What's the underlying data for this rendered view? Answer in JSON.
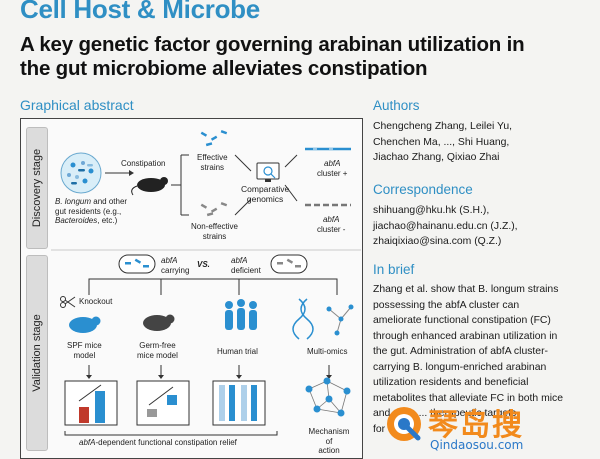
{
  "journal": "Cell Host & Microbe",
  "title_line1": "A key genetic factor governing arabinan utilization in",
  "title_line2": "the gut microbiome alleviates constipation",
  "ga": {
    "heading": "Graphical abstract",
    "discovery_label": "Discovery stage",
    "validation_label": "Validation stage",
    "bacteria_l1": "B. longum",
    "bacteria_l1_rest": " and other",
    "bacteria_l2": "gut residents (e.g.,",
    "bacteria_l3": "Bacteroides",
    "bacteria_l3_rest": ", etc.)",
    "constipation": "Constipation",
    "effective_l1": "Effective",
    "effective_l2": "strains",
    "noneffective_l1": "Non-effective",
    "noneffective_l2": "strains",
    "comparative_l1": "Comparative",
    "comparative_l2": "genomics",
    "cluster_plus_l1": "abfA",
    "cluster_plus_l2": "cluster +",
    "cluster_minus_l1": "abfA",
    "cluster_minus_l2": "cluster -",
    "carrying_l1": "abfA",
    "carrying_l2": "carrying",
    "vs": "VS.",
    "deficient_l1": "abfA",
    "deficient_l2": "deficient",
    "knockout": "Knockout",
    "spf_l1": "SPF mice",
    "spf_l2": "model",
    "gf_l1": "Germ-free",
    "gf_l2": "mice model",
    "human_trial": "Human trial",
    "multiomics": "Multi-omics",
    "bottom_italic": "abfA",
    "bottom_rest": "-dependent functional constipation relief",
    "mechanism_l1": "Mechanism",
    "mechanism_l2": "of",
    "mechanism_l3": "action"
  },
  "authors": {
    "heading": "Authors",
    "lines": [
      "Chengcheng Zhang, Leilei Yu,",
      "Chenchen Ma, ..., Shi Huang,",
      "Jiachao Zhang, Qixiao Zhai"
    ]
  },
  "correspondence": {
    "heading": "Correspondence",
    "lines": [
      "shihuang@hku.hk (S.H.),",
      "jiachao@hainanu.edu.cn (J.Z.),",
      "zhaiqixiao@sina.com (Q.Z.)"
    ]
  },
  "inbrief": {
    "heading": "In brief",
    "lines": [
      "Zhang et al. show that B. longum strains",
      "possessing the abfA cluster can",
      "ameliorate functional constipation (FC)",
      "through enhanced arabinan utilization in",
      "the gut. Administration of abfA cluster-",
      "carrying B. longum-enriched arabinan",
      "utilization residents and beneficial",
      "metabolites that alleviate FC in both mice",
      "and ... as ... therapeutic targets",
      "for ..."
    ]
  },
  "watermark": {
    "cn": "琴岛搜",
    "url": "Qindaosou.com"
  },
  "colors": {
    "accent": "#2f8fc4",
    "bar_blue": "#2a8fd0",
    "bar_red": "#c0392b",
    "watermark_orange": "#f28a1c",
    "watermark_blue": "#2a78c8"
  }
}
